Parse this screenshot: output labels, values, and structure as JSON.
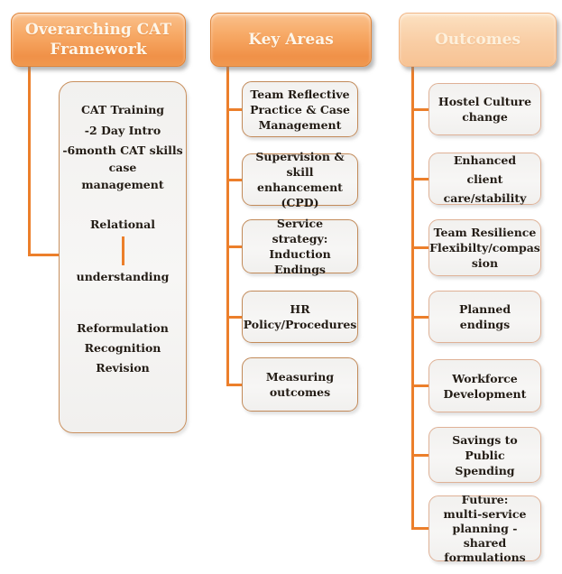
{
  "colors": {
    "header_gradient_top": "#fac18d",
    "header_gradient_bottom": "#f09148",
    "header_light_top": "#fce1c1",
    "header_light_bottom": "#f7c394",
    "connector_orange": "#ec7f2b",
    "node_background": "#f4f3f1",
    "node_border": "#c28a59",
    "node_border_light": "#dfb196",
    "node_text": "#231c15",
    "header_text": "#fdf6ea"
  },
  "diagram": {
    "columns": [
      {
        "header": "Overarching CAT\nFramework",
        "items": [
          {
            "text": "CAT Training"
          },
          {
            "text": "-2 Day Intro"
          },
          {
            "text": "-6month CAT skills\ncase\nmanagement"
          },
          {
            "text": "Relational"
          },
          {
            "text": "understanding"
          },
          {
            "text": "Reformulation\nRecognition\nRevision"
          }
        ]
      },
      {
        "header": "Key Areas",
        "items": [
          {
            "text": "Team Reflective\nPractice & Case\nManagement"
          },
          {
            "text": "Supervision &\nskill enhancement\n(CPD)"
          },
          {
            "text": "Service strategy:\nInduction\nEndings"
          },
          {
            "text": "HR\nPolicy/Procedures"
          },
          {
            "text": "Measuring\noutcomes"
          }
        ]
      },
      {
        "header": "Outcomes",
        "items": [
          {
            "text": "Hostel Culture\nchange"
          },
          {
            "text": "Enhanced client\ncare/stability"
          },
          {
            "text": "Team Resilience\nFlexibilty/compas\nsion"
          },
          {
            "text": "Planned endings"
          },
          {
            "text": "Workforce\nDevelopment"
          },
          {
            "text": "Savings to Public\nSpending"
          },
          {
            "text": "Future:\nmulti-service\nplanning -shared\nformulations"
          }
        ]
      }
    ]
  }
}
